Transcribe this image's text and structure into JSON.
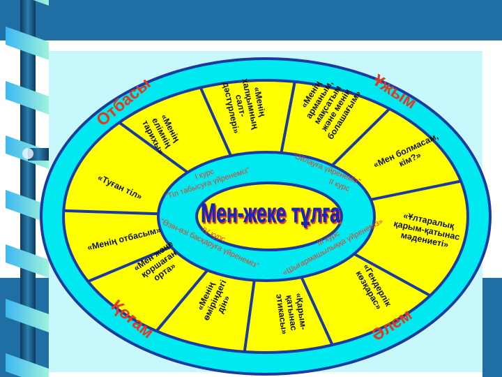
{
  "title": "Мен-жеке тұлға",
  "colors": {
    "top_band": "#1f6fa4",
    "panel": "#c8f8fb",
    "ring": "#00e8f0",
    "yellow": "#ffff00",
    "outline": "#1a3aa0",
    "red": "#e23a1c",
    "title_blue": "#1428c8"
  },
  "outer_ring": [
    "Отбасы",
    "Ұжым",
    "Қоғам",
    "Әлем"
  ],
  "courses": [
    {
      "course": "І курс",
      "motto": "“Тіл табысуға үйренеміз”"
    },
    {
      "course": "ІІ курс",
      "motto": "“Ойлауға үйренеміз”"
    },
    {
      "course": "ІІІ курс",
      "motto": "«Шығармашылыққа үйренеміз»"
    },
    {
      "course": "ІV курс",
      "motto": "“Өзін-өзі басқаруға үйренеміз”"
    }
  ],
  "segments": [
    {
      "lines": [
        "«Туған тіл»"
      ]
    },
    {
      "lines": [
        "«Менің",
        "елімнің",
        "тарихы»"
      ]
    },
    {
      "lines": [
        "«Менің",
        "халқымның",
        "салт-",
        "дәстүрлері»"
      ]
    },
    {
      "lines": [
        "«Менің",
        "арманым,",
        "мақсатым",
        "және менің",
        "болашағым»"
      ]
    },
    {
      "lines": [
        "«Мен болмасам,",
        "кім?»"
      ]
    },
    {
      "lines": [
        "«Ұлтаралық",
        "қарым-қатынас",
        "мәдениеті»"
      ]
    },
    {
      "lines": [
        "«Гендерлік",
        "көзқарас»"
      ]
    },
    {
      "lines": [
        "«Қарым-",
        "қатынас",
        "этикасы»"
      ]
    },
    {
      "lines": [
        "«Менің",
        "өміріндегі",
        "дін»"
      ]
    },
    {
      "lines": [
        "«Мен және",
        "қоршаған",
        "орта»"
      ]
    },
    {
      "lines": [
        "«Менің отбасым»"
      ]
    }
  ]
}
